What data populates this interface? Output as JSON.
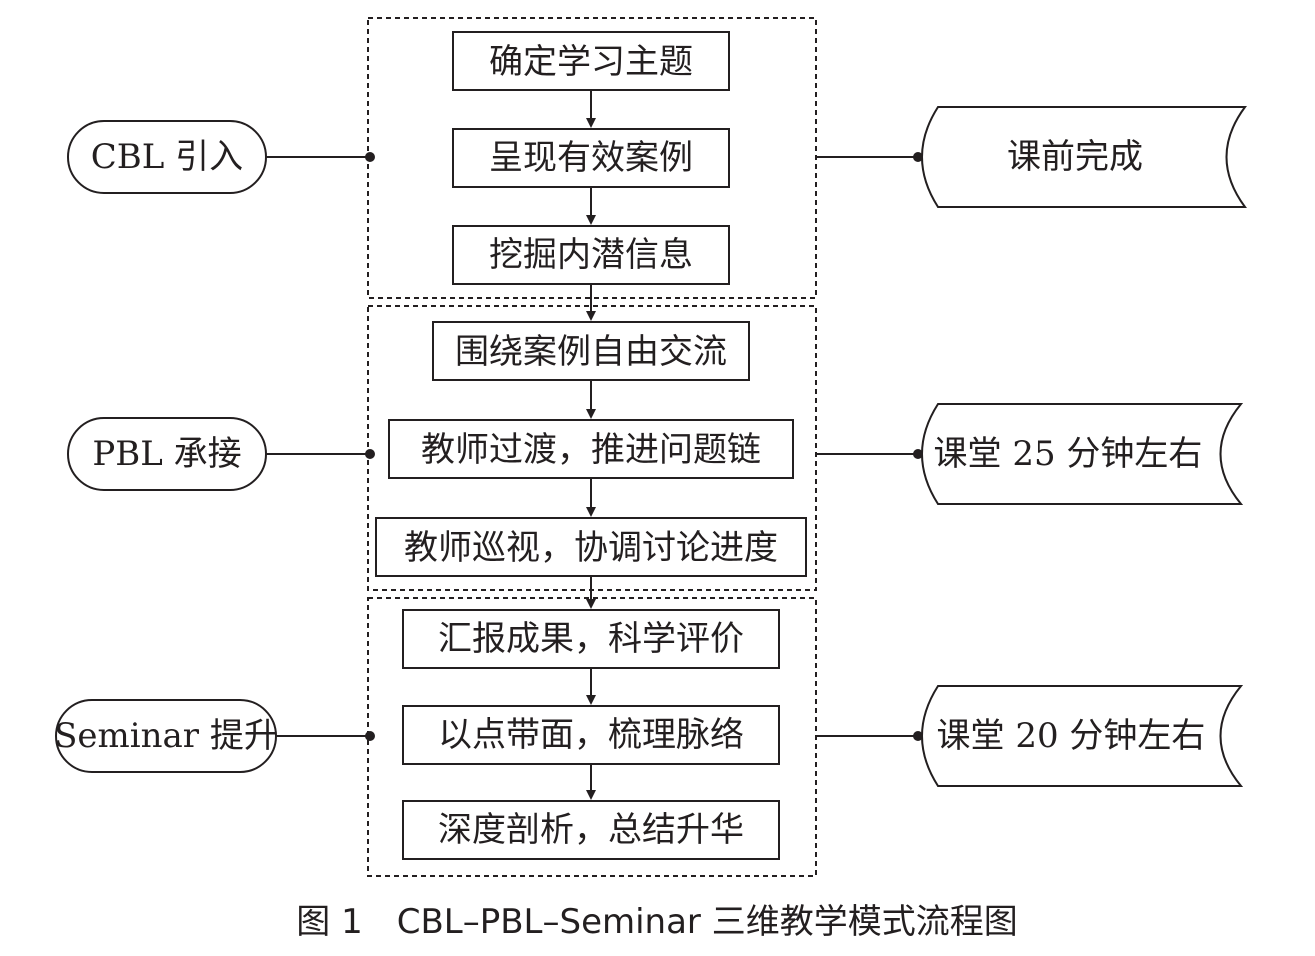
{
  "stages": [
    {
      "label": "CBL 引入",
      "timing": "课前完成",
      "steps": [
        "确定学习主题",
        "呈现有效案例",
        "挖掘内潜信息"
      ]
    },
    {
      "label": "PBL 承接",
      "timing": "课堂 25 分钟左右",
      "steps": [
        "围绕案例自由交流",
        "教师过渡，推进问题链",
        "教师巡视，协调讨论进度"
      ]
    },
    {
      "label": "Seminar 提升",
      "timing": "课堂 20 分钟左右",
      "steps": [
        "汇报成果，科学评价",
        "以点带面，梳理脉络",
        "深度剖析，总结升华"
      ]
    }
  ],
  "caption": "图 1　CBL–PBL–Seminar 三维教学模式流程图",
  "colors": {
    "ink": "#231f20",
    "background": "#ffffff"
  }
}
